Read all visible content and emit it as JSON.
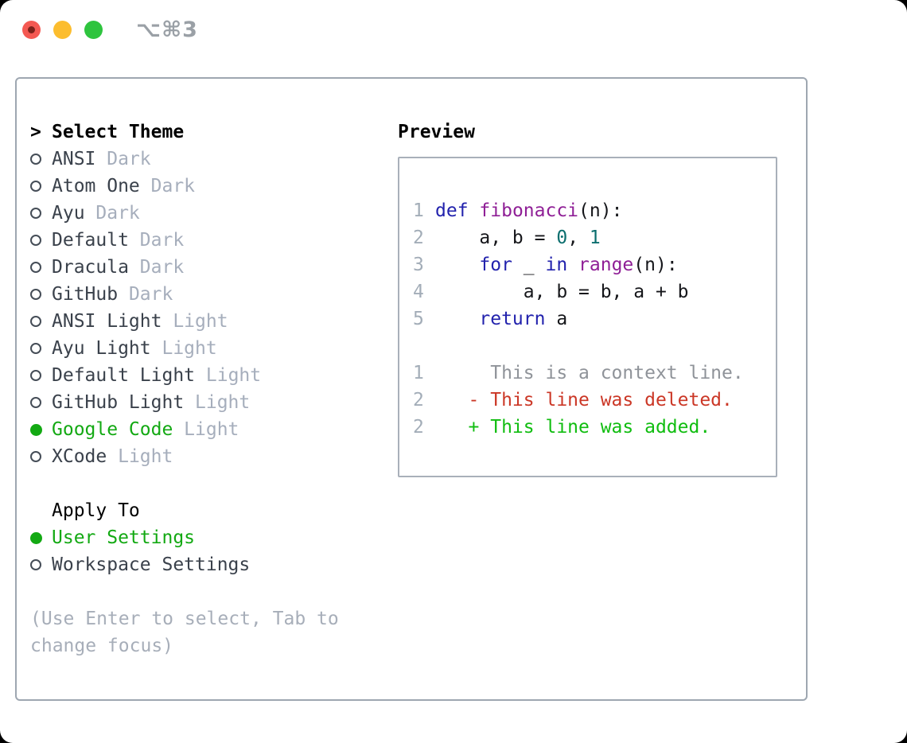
{
  "window": {
    "title": "⌥⌘3",
    "traffic_lights": [
      {
        "name": "close-button",
        "color_key": "traffic_red",
        "has_dot": true
      },
      {
        "name": "minimize-button",
        "color_key": "traffic_yellow",
        "has_dot": false
      },
      {
        "name": "zoom-button",
        "color_key": "traffic_green",
        "has_dot": false
      }
    ]
  },
  "theme_list": {
    "header_prefix": ">",
    "header": "Select Theme",
    "items": [
      {
        "name": "ANSI",
        "variant": "Dark",
        "selected": false
      },
      {
        "name": "Atom One",
        "variant": "Dark",
        "selected": false
      },
      {
        "name": "Ayu",
        "variant": "Dark",
        "selected": false
      },
      {
        "name": "Default",
        "variant": "Dark",
        "selected": false
      },
      {
        "name": "Dracula",
        "variant": "Dark",
        "selected": false
      },
      {
        "name": "GitHub",
        "variant": "Dark",
        "selected": false
      },
      {
        "name": "ANSI Light",
        "variant": "Light",
        "selected": false
      },
      {
        "name": "Ayu Light",
        "variant": "Light",
        "selected": false
      },
      {
        "name": "Default Light",
        "variant": "Light",
        "selected": false
      },
      {
        "name": "GitHub Light",
        "variant": "Light",
        "selected": false
      },
      {
        "name": "Google Code",
        "variant": "Light",
        "selected": true
      },
      {
        "name": "XCode",
        "variant": "Light",
        "selected": false
      }
    ]
  },
  "apply_to": {
    "header": "Apply To",
    "options": [
      {
        "label": "User Settings",
        "selected": true
      },
      {
        "label": "Workspace Settings",
        "selected": false
      }
    ]
  },
  "hint": "(Use Enter to select, Tab to change focus)",
  "preview": {
    "header": "Preview",
    "code_lines": [
      {
        "no": "1",
        "tokens": [
          {
            "t": "def",
            "c": "kw"
          },
          {
            "t": " ",
            "c": "pl"
          },
          {
            "t": "fibonacci",
            "c": "fn"
          },
          {
            "t": "(n):",
            "c": "pl"
          }
        ]
      },
      {
        "no": "2",
        "tokens": [
          {
            "t": "    a, b = ",
            "c": "pl"
          },
          {
            "t": "0",
            "c": "num"
          },
          {
            "t": ", ",
            "c": "pl"
          },
          {
            "t": "1",
            "c": "num"
          }
        ]
      },
      {
        "no": "3",
        "tokens": [
          {
            "t": "    ",
            "c": "pl"
          },
          {
            "t": "for",
            "c": "kw"
          },
          {
            "t": " _ ",
            "c": "pl"
          },
          {
            "t": "in",
            "c": "kw"
          },
          {
            "t": " ",
            "c": "pl"
          },
          {
            "t": "range",
            "c": "fn"
          },
          {
            "t": "(n):",
            "c": "pl"
          }
        ]
      },
      {
        "no": "4",
        "tokens": [
          {
            "t": "        a, b = b, a + b",
            "c": "pl"
          }
        ]
      },
      {
        "no": "5",
        "tokens": [
          {
            "t": "    ",
            "c": "pl"
          },
          {
            "t": "return",
            "c": "kw"
          },
          {
            "t": " a",
            "c": "pl"
          }
        ]
      }
    ],
    "diff_lines": [
      {
        "no": "1",
        "kind": "context",
        "text": "     This is a context line."
      },
      {
        "no": "2",
        "kind": "deleted",
        "text": "   - This line was deleted."
      },
      {
        "no": "2",
        "kind": "added",
        "text": "   + This line was added."
      }
    ]
  },
  "colors": {
    "accent_green": "#13a913",
    "added_green": "#10bd10",
    "deleted_red": "#cb3726",
    "keyword_blue": "#2222ad",
    "function_purple": "#8f1f96",
    "number_teal": "#0b6e6e",
    "context_gray": "#8f9399",
    "traffic_red": "#f45952",
    "traffic_red_dot": "#7c221a",
    "traffic_yellow": "#fcbd2e",
    "traffic_green": "#2ec43e"
  }
}
